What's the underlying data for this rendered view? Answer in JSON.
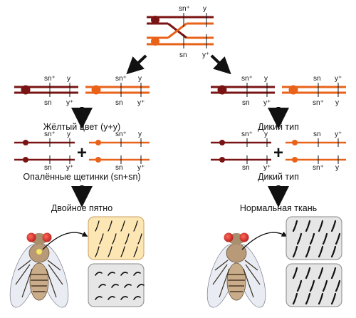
{
  "colors": {
    "dark": "#7a1414",
    "orange": "#e8621a",
    "yellow_panel": "#fbe6b4",
    "gray_panel": "#e6e6e6"
  },
  "alleles": {
    "sn_plus": "sn⁺",
    "sn": "sn",
    "y": "y",
    "y_plus": "y⁺"
  },
  "left": {
    "caption1": "Жёлтый цвет (y+y)",
    "caption2": "Опалённые щетинки (sn+sn)",
    "result": "Двойное пятно"
  },
  "right": {
    "caption1": "Дикий тип",
    "caption2": "Дикий тип",
    "result": "Нормальная ткань"
  },
  "plus_sign": "+"
}
